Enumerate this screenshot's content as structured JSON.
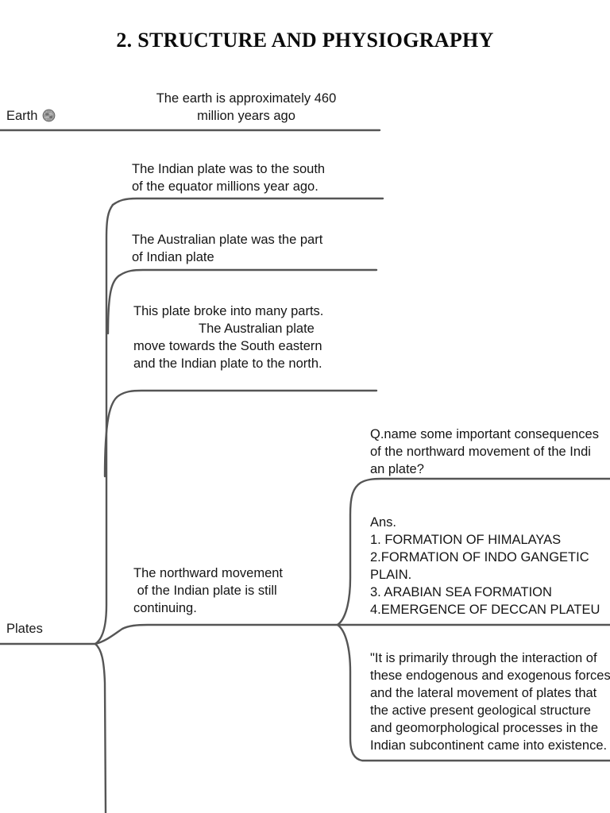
{
  "page": {
    "title": "2. STRUCTURE AND PHYSIOGRAPHY",
    "background": "#ffffff",
    "line_color": "#555555",
    "text_color": "#151515"
  },
  "nodes": {
    "earth": {
      "label": "Earth",
      "icon": "globe-icon"
    },
    "plates": {
      "label": "Plates"
    }
  },
  "branches": {
    "earth_fact": {
      "lines": [
        "The earth is approximately 460",
        "million years ago"
      ]
    },
    "indian_plate_south": {
      "lines": [
        "The Indian plate was to the south",
        "of the equator millions year ago."
      ]
    },
    "australian_plate_part": {
      "lines": [
        "The Australian plate was the part",
        "of Indian plate"
      ]
    },
    "plate_broke": {
      "lines": [
        "This plate broke into many parts.",
        "The Australian plate",
        "move towards the South eastern",
        "and the Indian plate to the north."
      ]
    },
    "northward_movement": {
      "lines": [
        "The northward movement",
        " of the Indian plate is still",
        "continuing."
      ]
    },
    "question": {
      "lines": [
        "Q.name some important consequences",
        "of the northward movement of the Indi",
        "an plate?"
      ]
    },
    "answer": {
      "lines": [
        "Ans.",
        "1. FORMATION OF HIMALAYAS",
        "2.FORMATION OF INDO GANGETIC",
        "PLAIN.",
        "3. ARABIAN SEA FORMATION",
        "4.EMERGENCE OF DECCAN PLATEU"
      ]
    },
    "quote": {
      "lines": [
        "\"It is primarily through the interaction of",
        "these endogenous and exogenous forces",
        "and the lateral movement of plates that",
        "the active present geological structure",
        "and geomorphological processes in the",
        "Indian subcontinent came into existence."
      ]
    }
  }
}
